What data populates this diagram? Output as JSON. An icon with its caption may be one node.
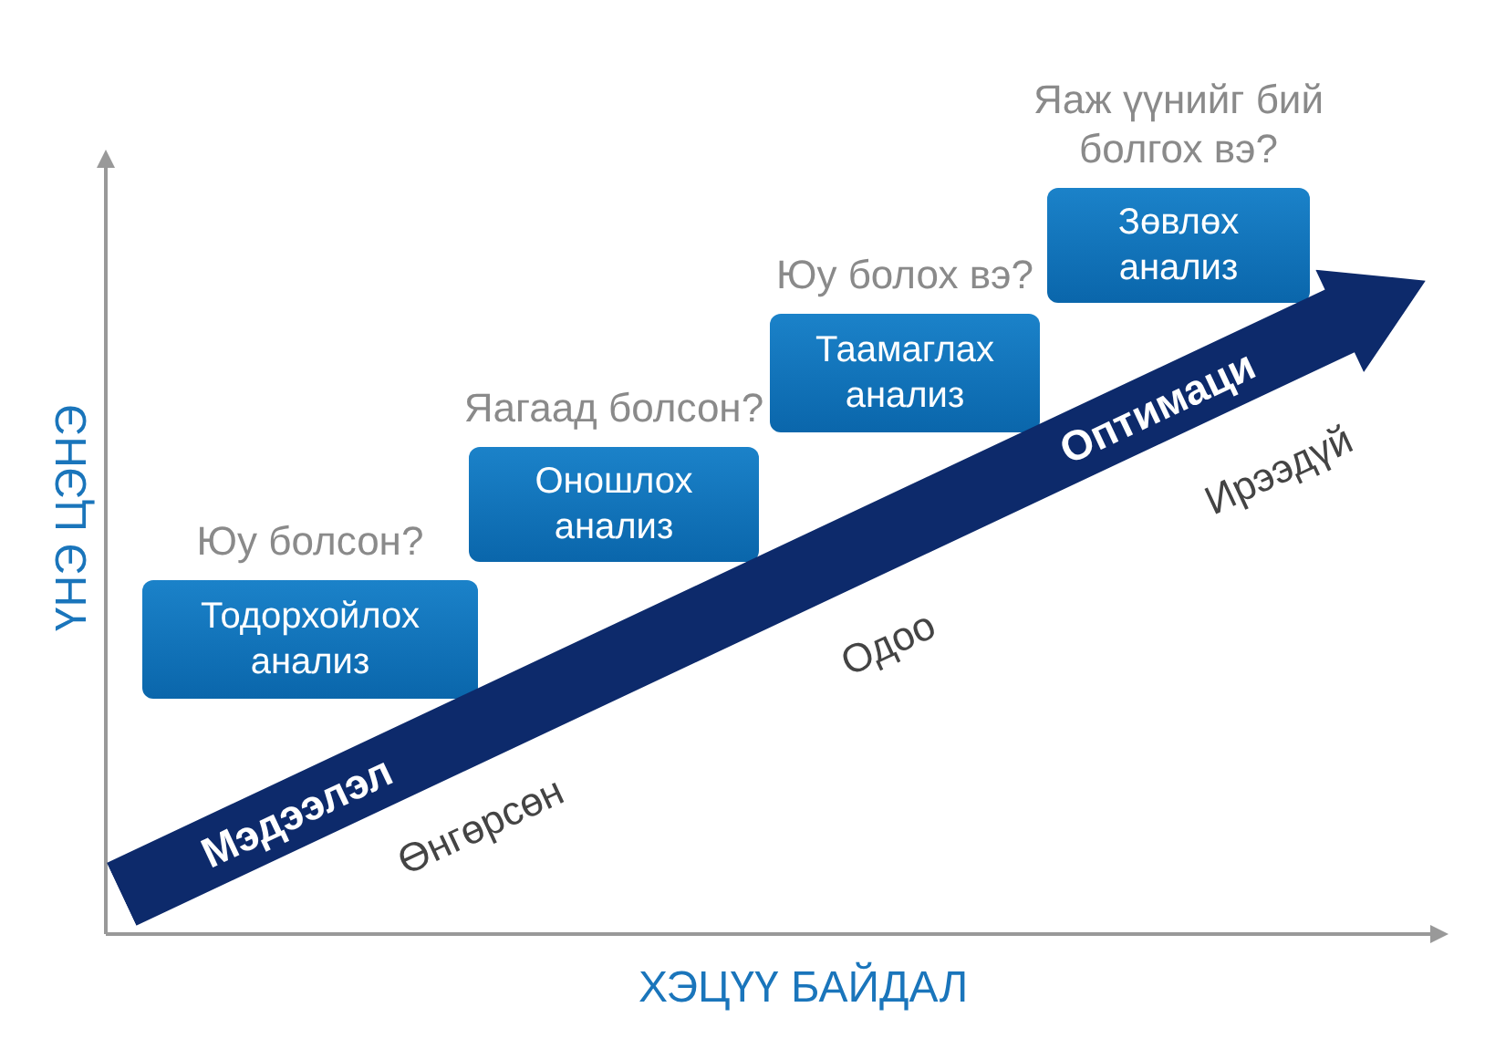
{
  "diagram": {
    "nodes": [
      {
        "text": [
          "Тодорхойлох анализ"
        ],
        "beside": [
          "Юу болсон?"
        ]
      },
      {
        "text": [
          "Оношлох анализ"
        ],
        "beside": [
          "Яагаад болсон?"
        ]
      },
      {
        "text": [
          "Таамаглах анализ"
        ],
        "beside": [
          "Юу болох вэ?"
        ]
      },
      {
        "text": [
          "Зөвлөх анализ"
        ],
        "beside": [
          "Яаж үүнийг бий болгох вэ?"
        ]
      },
      {
        "text": [
          "Мэдээлэл",
          "Оптимаци"
        ]
      }
    ],
    "edges": [],
    "labels": [
      "Өнгөрсөн",
      "Одоо",
      "Ирээдүй",
      "ҮНЭ ЦЭНЭ",
      "ХЭЦҮҮ БАЙДАЛ"
    ]
  }
}
